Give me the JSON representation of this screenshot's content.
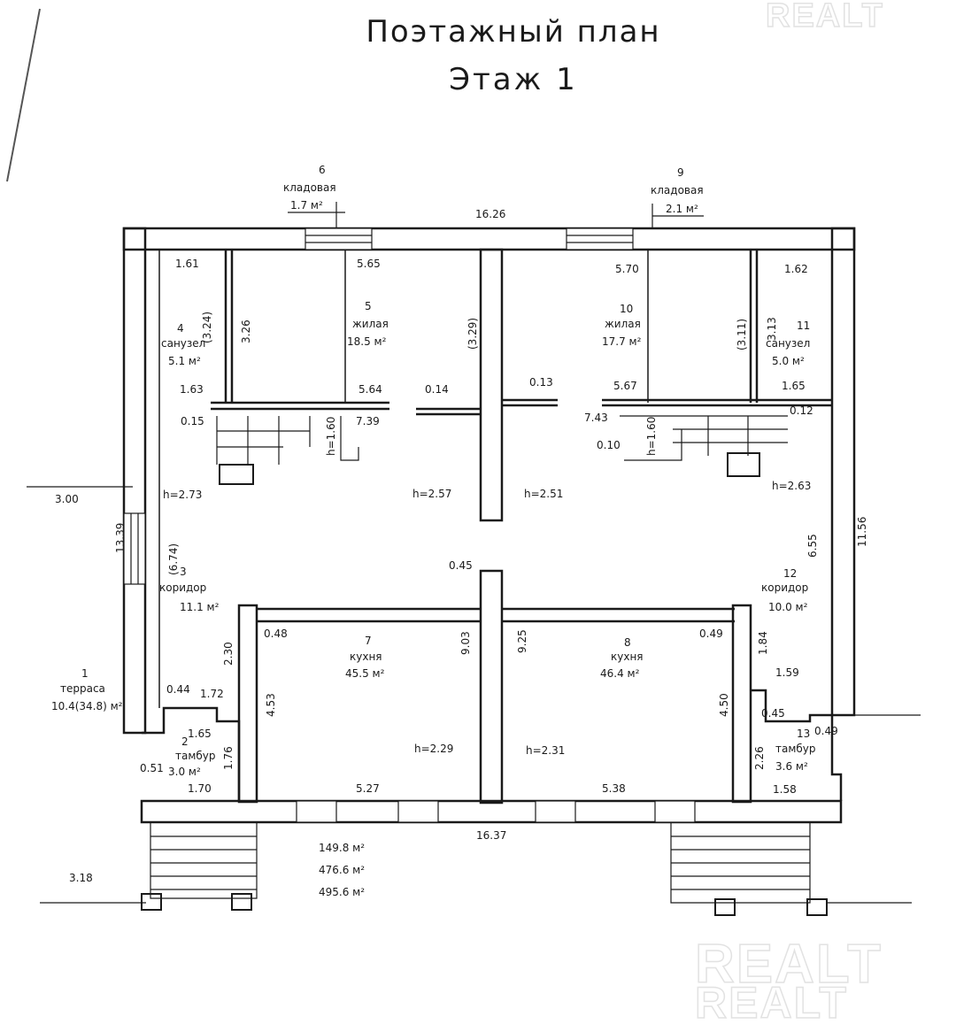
{
  "header": {
    "title": "Поэтажный план",
    "subtitle": "Этаж 1"
  },
  "watermark": {
    "text": "REALT"
  },
  "rooms": {
    "r1": {
      "num": "1",
      "name": "терраса",
      "area": "10.4(34.8) м²"
    },
    "r2": {
      "num": "2",
      "name": "тамбур",
      "area": "3.0 м²"
    },
    "r3": {
      "num": "3",
      "name": "коридор",
      "area": "11.1 м²"
    },
    "r4": {
      "num": "4",
      "name": "санузел",
      "area": "5.1 м²"
    },
    "r5": {
      "num": "5",
      "name": "жилая",
      "area": "18.5 м²"
    },
    "r6": {
      "num": "6",
      "name": "кладовая",
      "area": "1.7 м²"
    },
    "r7": {
      "num": "7",
      "name": "кухня",
      "area": "45.5 м²"
    },
    "r8": {
      "num": "8",
      "name": "кухня",
      "area": "46.4 м²"
    },
    "r9": {
      "num": "9",
      "name": "кладовая",
      "area": "2.1 м²"
    },
    "r10": {
      "num": "10",
      "name": "жилая",
      "area": "17.7 м²"
    },
    "r11": {
      "num": "11",
      "name": "санузел",
      "area": "5.0 м²"
    },
    "r12": {
      "num": "12",
      "name": "коридор",
      "area": "10.0 м²"
    },
    "r13": {
      "num": "13",
      "name": "тамбур",
      "area": "3.6 м²"
    }
  },
  "heights": {
    "h_left_corr": "h=2.73",
    "h_center_left": "h=2.57",
    "h_center_right": "h=2.51",
    "h_right_corr": "h=2.63",
    "h_kitchen_left": "h=2.29",
    "h_kitchen_right": "h=2.31",
    "h_stair_left": "h=1.60",
    "h_stair_right": "h=1.60"
  },
  "dimensions": {
    "top_total": "16.26",
    "bottom_total": "16.37",
    "left_total": "13.39",
    "right_total": "11.56",
    "left_ext": "3.00",
    "left_ext_bottom": "3.18",
    "d_1_61": "1.61",
    "d_5_65": "5.65",
    "d_5_70": "5.70",
    "d_1_62": "1.62",
    "d_3_26": "3.26",
    "d_3_24": "(3.24)",
    "d_3_29": "(3.29)",
    "d_3_11": "(3.11)",
    "d_3_13": "3.13",
    "d_1_63": "1.63",
    "d_5_64": "5.64",
    "d_0_14": "0.14",
    "d_0_13": "0.13",
    "d_5_67": "5.67",
    "d_1_65": "1.65",
    "d_0_15": "0.15",
    "d_7_39": "7.39",
    "d_7_43": "7.43",
    "d_0_10": "0.10",
    "d_0_12": "0.12",
    "d_6_74": "(6.74)",
    "d_6_55": "6.55",
    "d_0_45": "0.45",
    "d_0_48": "0.48",
    "d_9_03": "9.03",
    "d_9_25": "9.25",
    "d_0_49a": "0.49",
    "d_2_30": "2.30",
    "d_1_84": "1.84",
    "d_1_59": "1.59",
    "d_0_44": "0.44",
    "d_1_72": "1.72",
    "d_4_53": "4.53",
    "d_4_50": "4.50",
    "d_1_65b": "1.65",
    "d_0_45b": "0.45",
    "d_0_49b": "0.49",
    "d_1_76": "1.76",
    "d_2_26": "2.26",
    "d_0_51": "0.51",
    "d_1_70": "1.70",
    "d_5_27": "5.27",
    "d_5_38": "5.38",
    "d_1_58": "1.58"
  },
  "totals": {
    "area_1": "149.8 м²",
    "area_2": "476.6 м²",
    "area_3": "495.6 м²"
  },
  "colors": {
    "ink": "#1a1a1a",
    "paper": "#ffffff",
    "watermark": "#e2e2e2"
  }
}
